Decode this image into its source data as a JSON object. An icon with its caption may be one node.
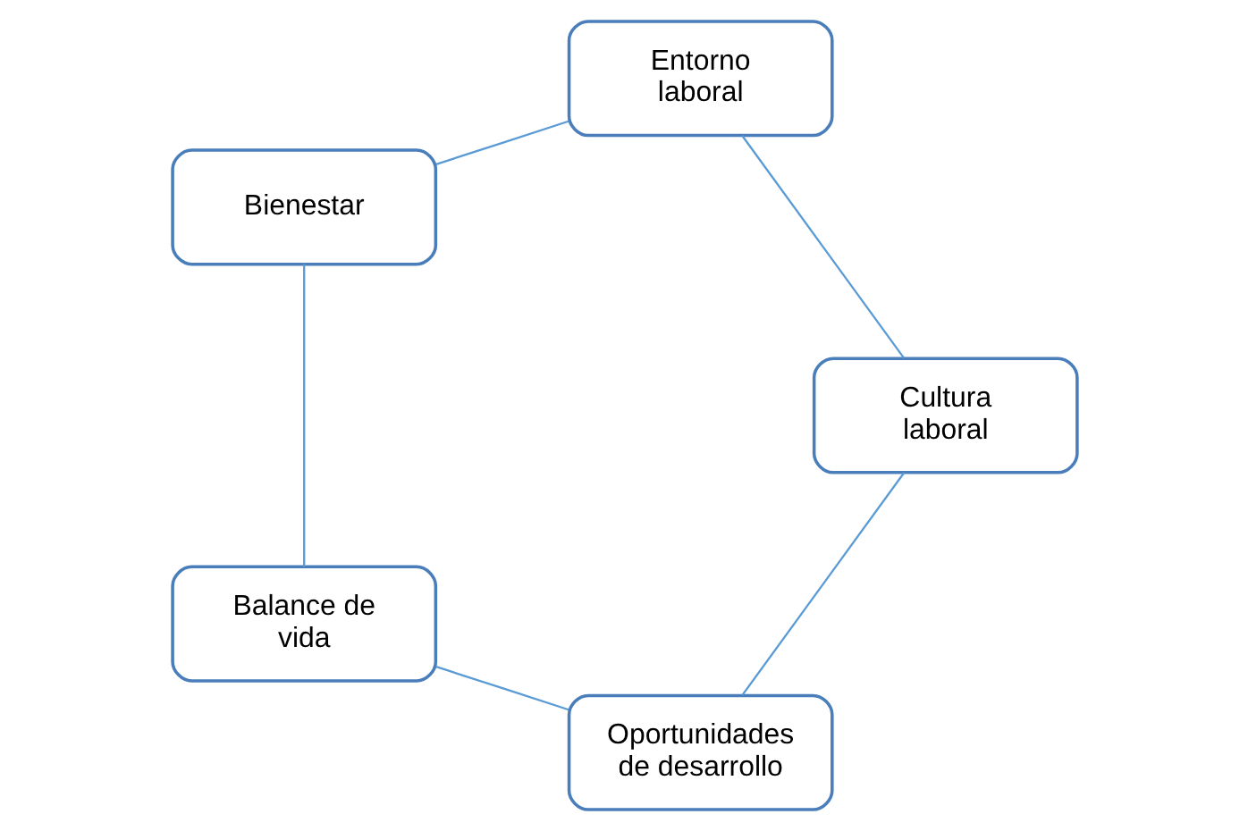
{
  "diagram": {
    "nodes": [
      {
        "text": [
          "Oportunidades de desarrollo"
        ]
      },
      {
        "text": [
          "Cultura laboral"
        ]
      },
      {
        "text": [
          "Balance de vida"
        ]
      },
      {
        "text": [
          "Entorno laboral"
        ]
      },
      {
        "text": [
          "Bienestar"
        ]
      }
    ],
    "edges": [
      {
        "from": 0,
        "to": 2,
        "arrow": "none"
      },
      {
        "from": 2,
        "to": 4,
        "arrow": "none"
      },
      {
        "from": 4,
        "to": 3,
        "arrow": "none"
      },
      {
        "from": 3,
        "to": 1,
        "arrow": "none"
      },
      {
        "from": 1,
        "to": 0,
        "arrow": "none"
      }
    ]
  }
}
